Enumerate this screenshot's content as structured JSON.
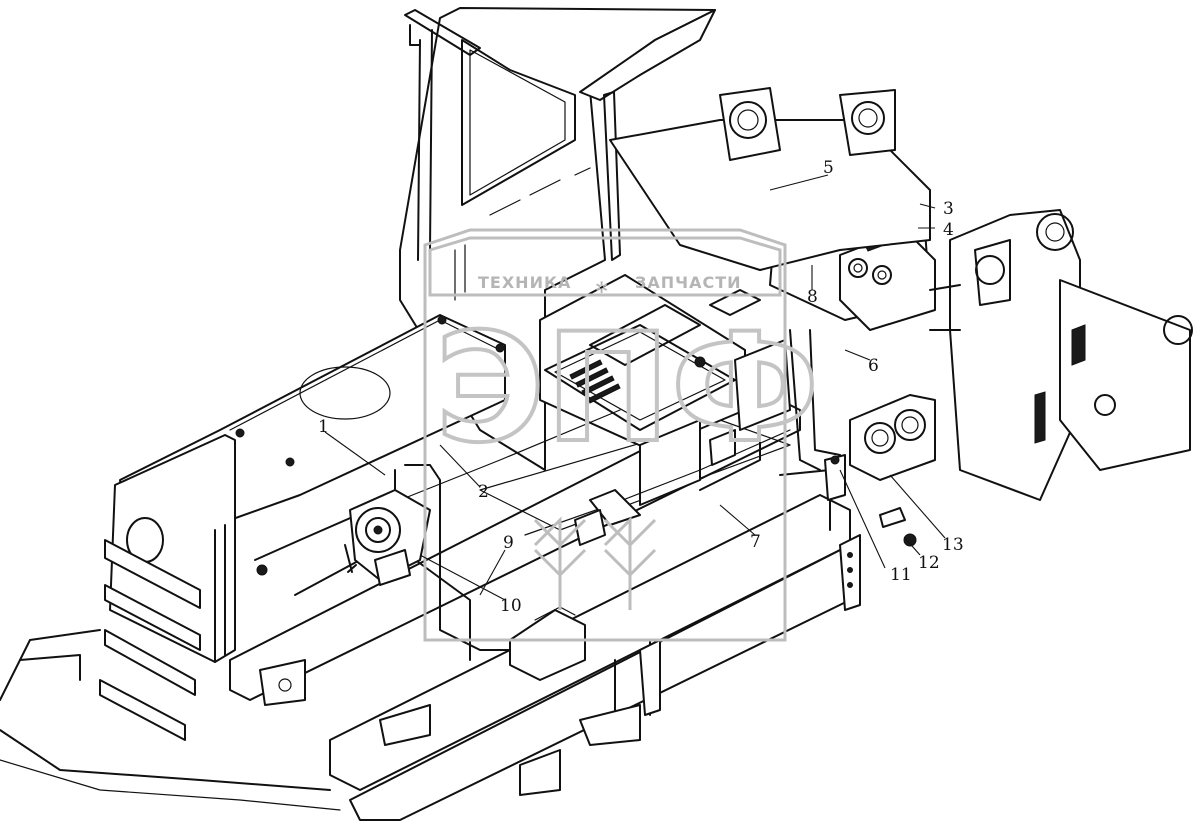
{
  "watermark": {
    "top_left": "ТЕХНИКА",
    "top_right": "ЗАПЧАСТИ",
    "big_letters": "ЭПФ"
  },
  "callouts": [
    "1",
    "2",
    "3",
    "4",
    "5",
    "6",
    "7",
    "8",
    "9",
    "10",
    "11",
    "12",
    "13"
  ]
}
